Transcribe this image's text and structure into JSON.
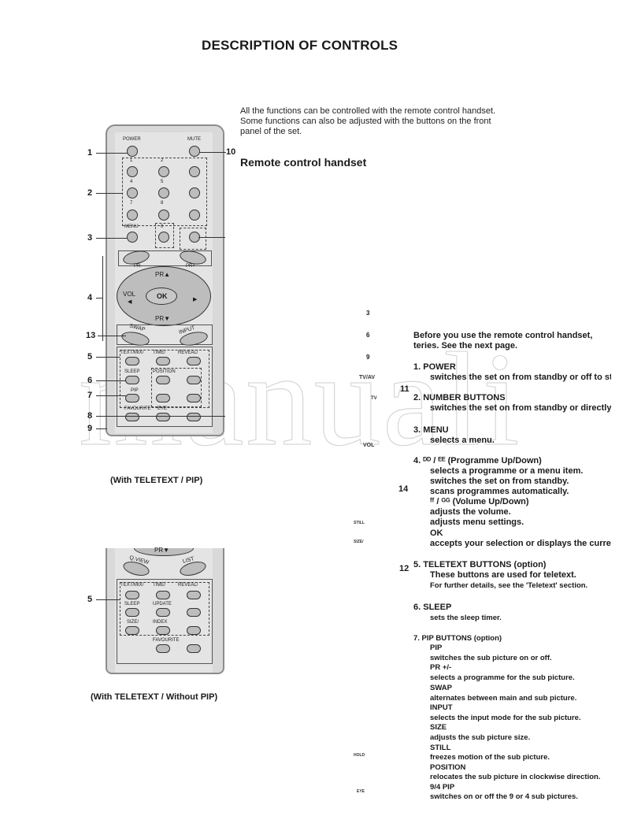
{
  "title": "DESCRIPTION OF CONTROLS",
  "intro": [
    "All the functions can be controlled with the remote control handset.",
    "Some functions can also be adjusted with the buttons on the front",
    "panel of the set."
  ],
  "subheading": "Remote control handset",
  "remote1": {
    "labels": {
      "power": "POWER",
      "mute": "MUTE",
      "d1": "1",
      "d2": "2",
      "d4": "4",
      "d5": "5",
      "d7": "7",
      "d8": "8",
      "d0": "0",
      "menu": "MENU",
      "pr_minus": "PR-",
      "pr_plus": "PR+",
      "pr_up": "PR▲",
      "vol": "VOL",
      "ok": "OK",
      "pr_down": "PR▼",
      "swap": "SWAP",
      "input": "INPUT",
      "textmix": "TEXT/MIX/",
      "time": "TIME/",
      "reveal": "REVEAL/",
      "sleep": "SLEEP",
      "position": "POSITION",
      "pip": "PIP",
      "favourite": "FAVOURITE",
      "eye": "EYE"
    },
    "callouts_left": {
      "c1": "1",
      "c2": "2",
      "c3": "3",
      "c4": "4",
      "c13": "13",
      "c5": "5",
      "c6": "6",
      "c7": "7",
      "c8": "8",
      "c9": "9"
    },
    "callout_right": "10",
    "caption": "(With TELETEXT / PIP)"
  },
  "remote2": {
    "labels": {
      "pr_down": "PR▼",
      "qview": "Q.VIEW",
      "list": "LIST",
      "textmix": "TEXT/MIX/",
      "time": "TIME/",
      "reveal": "REVEAL/",
      "sleep": "SLEEP",
      "update": "UPDATE",
      "size": "SIZE/",
      "index": "INDEX",
      "favourite": "FAVOURITE"
    },
    "callout": "5",
    "caption": "(With TELETEXT / Without PIP)"
  },
  "mid_column": {
    "n3": "3",
    "n9": "9",
    "n6": "6",
    "tvav": "TV/AV",
    "n11": "11",
    "tv": "TV",
    "vol": "VOL",
    "n14": "14",
    "still": "STILL",
    "size": "SIZE/",
    "n12": "12",
    "hold": "HOLD",
    "eye": "EYE"
  },
  "descriptions": {
    "before1": "Before you use the remote control handset, install the bat-",
    "before2": "teries. See the next page.",
    "power_h": "1. POWER",
    "power_b": "switches the set on from standby or off to standby.",
    "num_h": "2. NUMBER BUTTONS",
    "num_b": "switches the set on from standby or directly select a number.",
    "menu_h": "3. MENU",
    "menu_b": "selects a menu.",
    "prog_h": "4.  ᴰᴰ / ᴱᴱ (Programme Up/Down)",
    "prog_b1": "selects a programme or a menu item.",
    "prog_b2": "switches the set on from standby.",
    "prog_b3": "scans programmes automatically.",
    "vol_h": "ᶠᶠ / ᴳᴳ (Volume Up/Down)",
    "vol_b1": "adjusts the volume.",
    "vol_b2": "adjusts menu settings.",
    "ok_h": "OK",
    "ok_b": "accepts your selection or displays the current mode.",
    "tt_h": "5. TELETEXT BUTTONS (option)",
    "tt_b": "These buttons are used for teletext.",
    "tt_note": "For further details, see the 'Teletext' section.",
    "sleep_h": "6. SLEEP",
    "sleep_b": "sets the sleep timer.",
    "pip_h": "7. PIP BUTTONS (option)",
    "pip_1h": "PIP",
    "pip_1b": "switches the sub picture on or off.",
    "pip_2h": "PR +/-",
    "pip_2b": "selects a programme for the sub picture.",
    "pip_3h": "SWAP",
    "pip_3b": "alternates between main and sub picture.",
    "pip_4h": "INPUT",
    "pip_4b": "selects the input mode for the sub picture.",
    "pip_5h": "SIZE",
    "pip_5b": "adjusts the sub picture size.",
    "pip_6h": "STILL",
    "pip_6b": "freezes motion of the sub picture.",
    "pip_7h": "POSITION",
    "pip_7b": "relocates the sub picture in clockwise direction.",
    "pip_8h": "9/4 PIP",
    "pip_8b": "switches on or off the 9 or 4 sub pictures."
  },
  "watermark": "manuali"
}
